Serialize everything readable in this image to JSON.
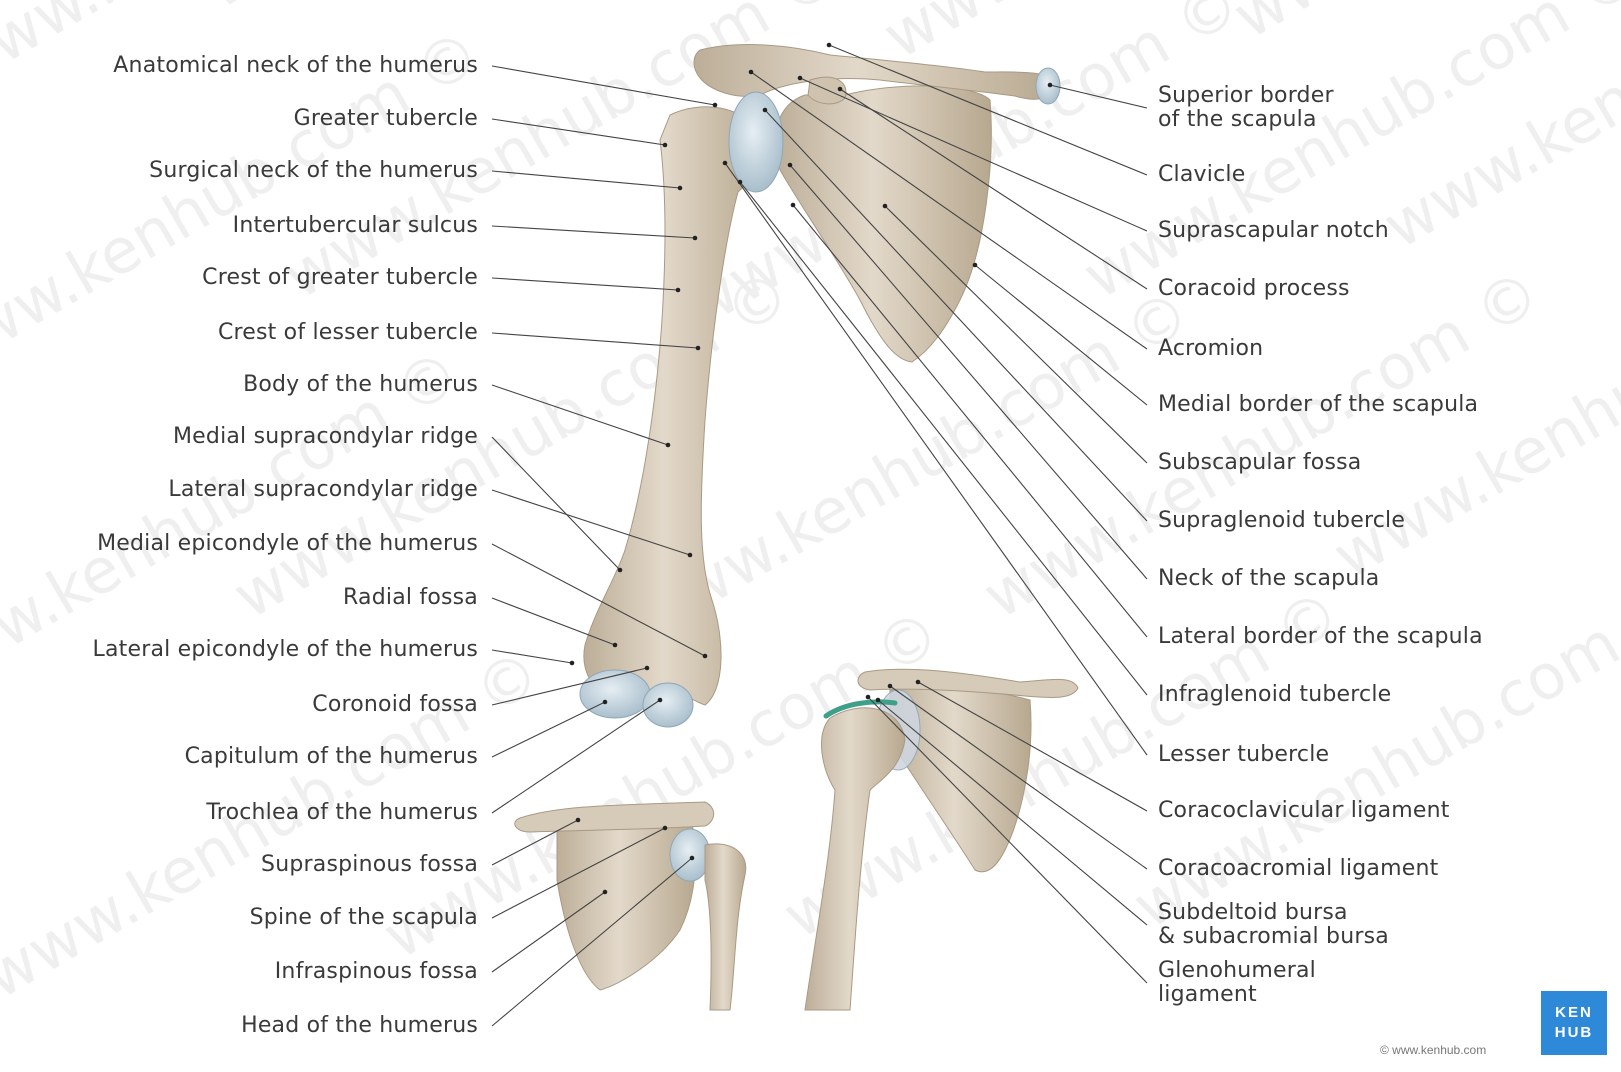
{
  "watermark": "www.kenhub.com ©",
  "brand": {
    "logo_line1": "KEN",
    "logo_line2": "HUB",
    "copyright": "© www.kenhub.com"
  },
  "labels_left": [
    "Anatomical neck of the humerus",
    "Greater tubercle",
    "Surgical neck of the humerus",
    "Intertubercular sulcus",
    "Crest of greater tubercle",
    "Crest of lesser tubercle",
    "Body of the humerus",
    "Medial supracondylar ridge",
    "Lateral supracondylar ridge",
    "Medial epicondyle of the humerus",
    "Radial fossa",
    "Lateral epicondyle of the humerus",
    "Coronoid fossa",
    "Capitulum of the humerus",
    "Trochlea of the humerus",
    "Supraspinous fossa",
    "Spine of the scapula",
    "Infraspinous fossa",
    "Head of the humerus"
  ],
  "labels_right": [
    "Superior border\nof the scapula",
    "Clavicle",
    "Suprascapular notch",
    "Coracoid process",
    "Acromion",
    "Medial border of the scapula",
    "Subscapular fossa",
    "Supraglenoid tubercle",
    "Neck of the scapula",
    "Lateral border of the scapula",
    "Infraglenoid tubercle",
    "Lesser tubercle",
    "Coracoclavicular ligament",
    "Coracoacromial ligament",
    "Subdeltoid bursa\n& subacromial bursa",
    "Glenohumeral\nligament"
  ],
  "colors": {
    "bone": "#d8ccbb",
    "bone_shadow": "#b8a994",
    "cartilage": "#b9cdd8",
    "ligament": "#3fa08a",
    "leader": "#444444",
    "text": "#3a3a3a",
    "logo_bg": "#2e8ad8"
  }
}
